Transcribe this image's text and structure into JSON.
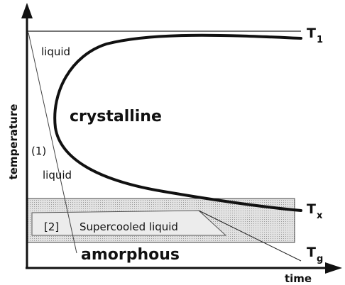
{
  "axes": {
    "x_label": "time",
    "y_label": "temperature"
  },
  "regions": {
    "liquid_upper": "liquid",
    "liquid_lower": "liquid",
    "crystalline": "crystalline",
    "supercooled": "Supercooled liquid",
    "amorphous": "amorphous"
  },
  "path_markers": {
    "path1": "(1)",
    "path2": "[2]"
  },
  "temperature_lines": {
    "t1": {
      "main": "T",
      "sub": "1"
    },
    "tx": {
      "main": "T",
      "sub": "x"
    },
    "tg": {
      "main": "T",
      "sub": "g"
    }
  },
  "colors": {
    "band_fill": "#d4d4d4",
    "line": "#111111"
  }
}
